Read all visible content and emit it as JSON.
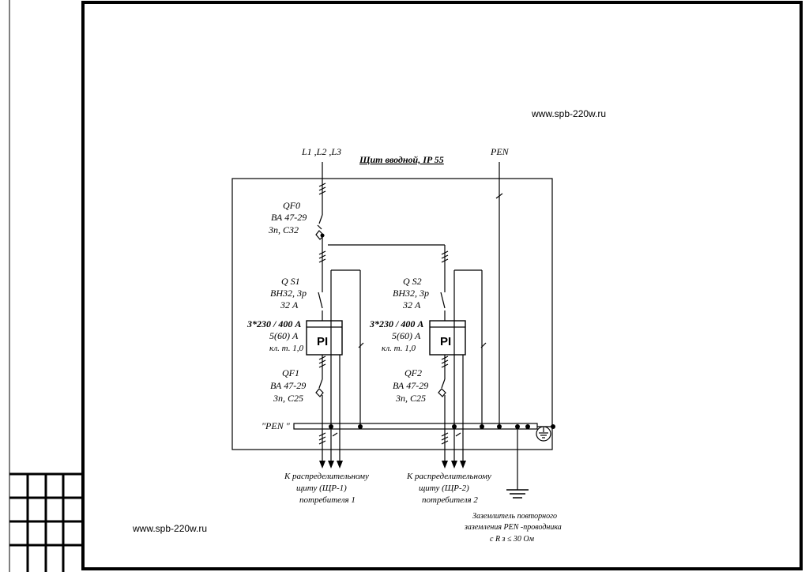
{
  "watermark": {
    "top": "www.spb-220w.ru",
    "bottom": "www.spb-220w.ru"
  },
  "title": "Щит вводной,  IP 55",
  "inputs": {
    "phases": "L1 ,L2 ,L3",
    "pen": "PEN"
  },
  "qf0": {
    "name": "QF0",
    "model": "ВА 47-29",
    "rating": "3п, С32"
  },
  "branches": [
    {
      "qs_name": "Q S1",
      "qs_model": "ВН32, 3р",
      "qs_rating": "32 А",
      "meter_spec1": "3*230 / 400 А",
      "meter_spec2": "5(60)  А",
      "meter_spec3": "кл. т. 1,0",
      "meter_label": "PI",
      "qf_name": "QF1",
      "qf_model": "ВА 47-29",
      "qf_rating": "3п, С25",
      "dest1": "К распределительному",
      "dest2": "щиту (ЩР-1)",
      "dest3": "потребителя 1"
    },
    {
      "qs_name": "Q S2",
      "qs_model": "ВН32, 3р",
      "qs_rating": "32 А",
      "meter_spec1": "3*230 / 400 А",
      "meter_spec2": "5(60)  А",
      "meter_spec3": "кл. т. 1,0",
      "meter_label": "PI",
      "qf_name": "QF2",
      "qf_model": "ВА 47-29",
      "qf_rating": "3п, С25",
      "dest1": "К распределительному",
      "dest2": "щиту (ЩР-2)",
      "dest3": "потребителя 2"
    }
  ],
  "pen_bus": "\"PEN \"",
  "ground": {
    "line1": "Заземлитель повторного",
    "line2": "заземления  PEN -проводника",
    "line3": "с R з ≤ 30 Ом"
  }
}
